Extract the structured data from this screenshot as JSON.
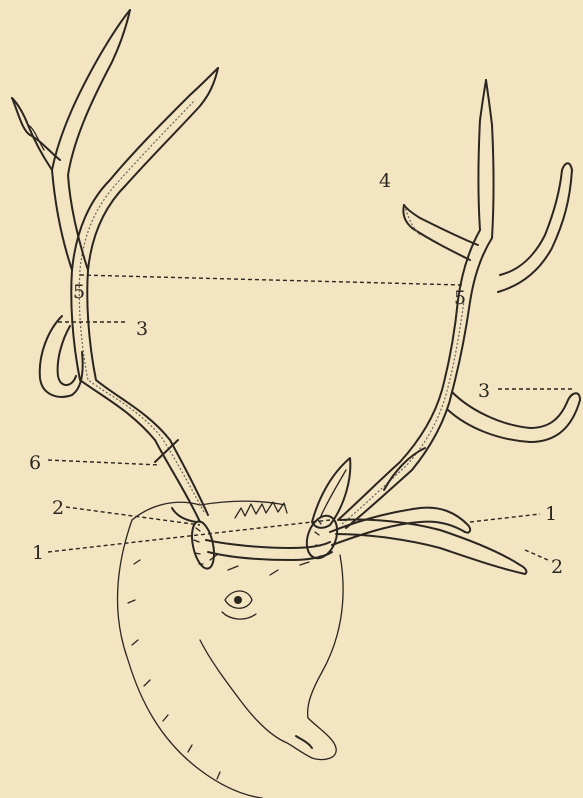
{
  "labels": {
    "l1_left": "1",
    "l1_right": "1",
    "l2_left": "2",
    "l2_right": "2",
    "l3_left": "3",
    "l3_right": "3",
    "l4": "4",
    "l5_left": "5",
    "l5_right": "5",
    "l6": "6"
  },
  "colors": {
    "paper": "#f3e4c2",
    "ink": "#2b2620"
  }
}
